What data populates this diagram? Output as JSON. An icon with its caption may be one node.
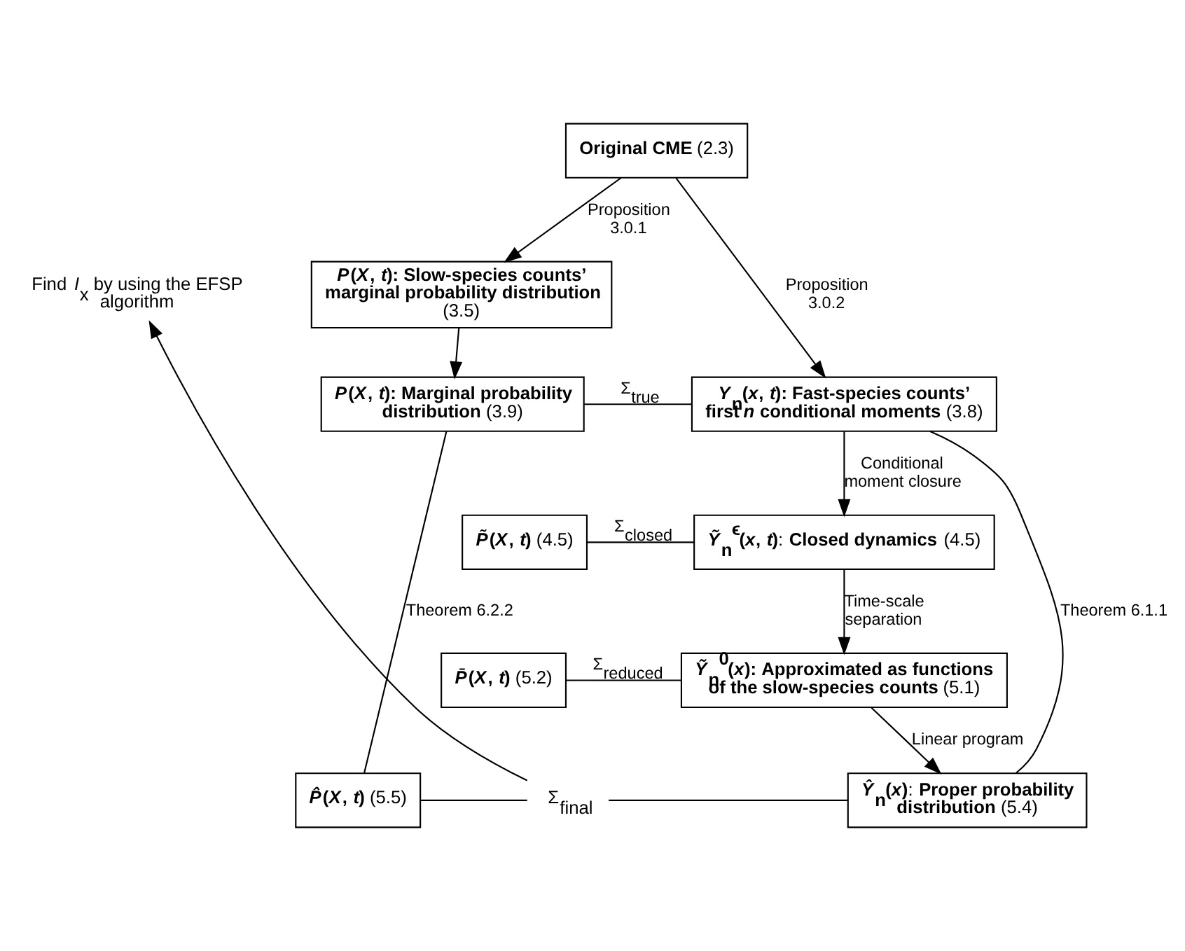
{
  "diagram": {
    "nodes": [
      {
        "text": [
          "**Original CME** (2.3)"
        ]
      },
      {
        "text": [
          "***P*(*X*, *t*): Slow-species counts’ marginal probability distribution** (3.5)"
        ]
      },
      {
        "text": [
          "***P*(*X*, *t*): Marginal probability distribution** (3.9)"
        ]
      },
      {
        "text": [
          "***Y*$_{n}$(*x*, *t*): Fast-species counts’ first *n* conditional moments** (3.8)"
        ]
      },
      {
        "text": [
          "***P̃*(*X*, *t*)** (4.5)"
        ]
      },
      {
        "text": [
          "***Ỹ*$_{n}$$^{ϵ}$(*x*, *t*)**: **Closed dynamics** (4.5)"
        ]
      },
      {
        "text": [
          "***P̄*(*X*, *t*)** (5.2)"
        ]
      },
      {
        "text": [
          "***Ỹ*$_{n}$$^{0}$(*x*): Approximated as functions of the slow-species counts** (5.1)"
        ]
      },
      {
        "text": [
          "***P̂*(*X*, *t*)** (5.5)"
        ]
      },
      {
        "text": [
          "***Ŷ*$_{n}$(*x*)**: **Proper probability distribution** (5.4)"
        ]
      },
      {
        "text": [
          "Find *I*$_{x}$ by using the EFSP algorithm"
        ]
      },
      {
        "text": [
          "Σ$_{final}$"
        ]
      }
    ],
    "edges": [
      {
        "from": 0,
        "to": 1,
        "arrow": "to",
        "label": "Proposition 3.0.1"
      },
      {
        "from": 0,
        "to": 3,
        "arrow": "to",
        "label": "Proposition 3.0.2"
      },
      {
        "from": 1,
        "to": 2,
        "arrow": "to"
      },
      {
        "from": 2,
        "to": 3,
        "arrow": "none",
        "label": "Σ$_{true}$"
      },
      {
        "from": 3,
        "to": 5,
        "arrow": "to",
        "label": "Conditional moment closure"
      },
      {
        "from": 4,
        "to": 5,
        "arrow": "none",
        "label": "Σ$_{closed}$"
      },
      {
        "from": 5,
        "to": 7,
        "arrow": "to",
        "label": "Time-scale separation"
      },
      {
        "from": 6,
        "to": 7,
        "arrow": "none",
        "label": "Σ$_{reduced}$"
      },
      {
        "from": 7,
        "to": 9,
        "arrow": "to",
        "label": "Linear program"
      },
      {
        "from": 8,
        "to": 11,
        "arrow": "none"
      },
      {
        "from": 11,
        "to": 9,
        "arrow": "none"
      },
      {
        "from": 2,
        "to": 8,
        "arrow": "none",
        "label": "Theorem 6.2.2"
      },
      {
        "from": 3,
        "to": 9,
        "arrow": "none",
        "label": "Theorem 6.1.1"
      },
      {
        "from": 11,
        "to": 10,
        "arrow": "to"
      }
    ]
  }
}
